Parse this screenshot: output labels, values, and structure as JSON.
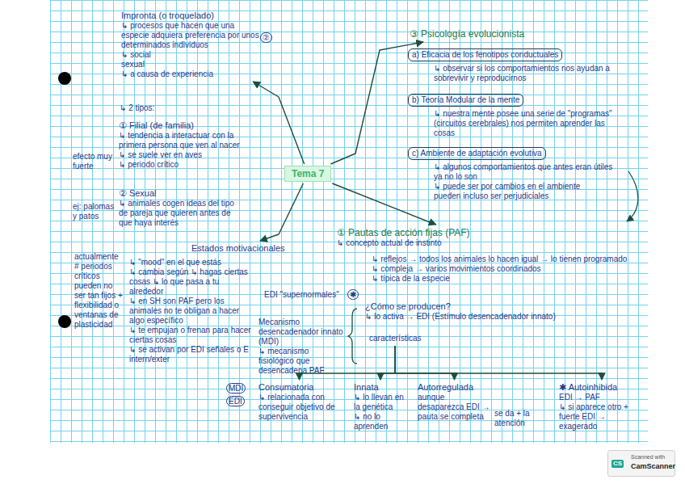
{
  "diagram": {
    "nodes": [
      {
        "text": [
          "Impronta (o troquelado)",
          "↳ procesos que hacen que una especie adquiera preferencia por unos determinados individuos",
          "↳ social",
          "sexual",
          "↳ a causa de experiencia"
        ]
      },
      {
        "text": [
          "① Filial (de familia)",
          "↳ tendencia a interactuar con la primera persona que ven al nacer",
          "↳ se suele ver en aves",
          "↳ periodo crítico"
        ]
      },
      {
        "text": [
          "② Sexual",
          "↳ animales cogen ideas del tipo de pareja que quieren antes de que haya interés"
        ]
      },
      {
        "text": [
          "Estados motivacionales"
        ]
      },
      {
        "text": [
          "↳ \"mood\" en el que estás",
          "↳ cambia según ↳ hagas ciertas cosas ↳ lo que pasa a tu alrededor",
          "↳ en SH son PAF pero los animales no te obligan a hacer algo específico",
          "↳ te empujan o frenan para hacer ciertas cosas",
          "↳ se activan por EDI señales o E intern/exter"
        ]
      },
      {
        "text": [
          "EDI \"supernormales\""
        ]
      },
      {
        "text": [
          "Mecanismo desencadenador innato (MDI)",
          "↳ mecanismo fisiológico que desencadena PAF"
        ]
      },
      {
        "text": [
          "Tema 7"
        ]
      },
      {
        "text": [
          "③ Psicología evolucionista"
        ]
      },
      {
        "text": [
          "a) Eficacia de los fenotipos conductuales"
        ]
      },
      {
        "text": [
          "↳ observar si los comportamientos nos ayudan a sobrevivir y reproducirnos"
        ]
      },
      {
        "text": [
          "b) Teoría Modular de la mente"
        ]
      },
      {
        "text": [
          "↳ nuestra mente posee una serie de \"programas\" (circuitos cerebrales) nos permiten aprender las cosas"
        ]
      },
      {
        "text": [
          "c) Ambiente de adaptación evolutiva"
        ]
      },
      {
        "text": [
          "↳ algunos comportamientos que antes eran útiles ya no lo son",
          "↳ puede ser por cambios en el ambiente",
          "pueden incluso ser perjudiciales"
        ]
      },
      {
        "text": [
          "① Pautas de acción fijas (PAF)",
          "↳ concepto actual de instinto"
        ]
      },
      {
        "text": [
          "↳ reflejos → todos los animales lo hacen igual → lo tienen programado",
          "↳ compleja → varios movimientos coordinados",
          "↳ típica de la especie"
        ]
      },
      {
        "text": [
          "¿Cómo se producen?",
          "↳ lo activa → EDI (Estímulo desencadenador innato)"
        ]
      },
      {
        "text": [
          "características"
        ]
      },
      {
        "text": [
          "Consumatoria",
          "↳ relacionada con conseguir objetivo de supervivencia"
        ]
      },
      {
        "text": [
          "Innata",
          "↳ lo llevan en la genética",
          "↳ no lo aprenden"
        ]
      },
      {
        "text": [
          "Autorregulada",
          "aunque desaparezca EDI → pauta se completa"
        ]
      },
      {
        "text": [
          "✱ Autoinhibida",
          "EDI → PAF",
          "↳ si aparece otro + fuerte EDI → exagerado"
        ]
      }
    ],
    "edges": [
      {
        "from": 7,
        "to": 0,
        "arrow": "to"
      },
      {
        "from": 7,
        "to": 8,
        "arrow": "to"
      },
      {
        "from": 7,
        "to": 15,
        "arrow": "to"
      },
      {
        "from": 7,
        "to": 3,
        "arrow": "to"
      },
      {
        "from": 18,
        "to": 19,
        "arrow": "to"
      },
      {
        "from": 18,
        "to": 20,
        "arrow": "to"
      },
      {
        "from": 18,
        "to": 21,
        "arrow": "to"
      },
      {
        "from": 18,
        "to": 22,
        "arrow": "to"
      }
    ],
    "labels": [
      "↳ 2 tipos:",
      "efecto muy fuerte",
      "ej: palomas y patos",
      "actualmente # periodos críticos pueden no ser tan fijos + flexibilidad o ventanas de plasticidad",
      "②",
      "✱",
      "MDI",
      "EDI",
      "se da + la atención",
      "Scanned with",
      "CS",
      "CamScanner"
    ]
  }
}
